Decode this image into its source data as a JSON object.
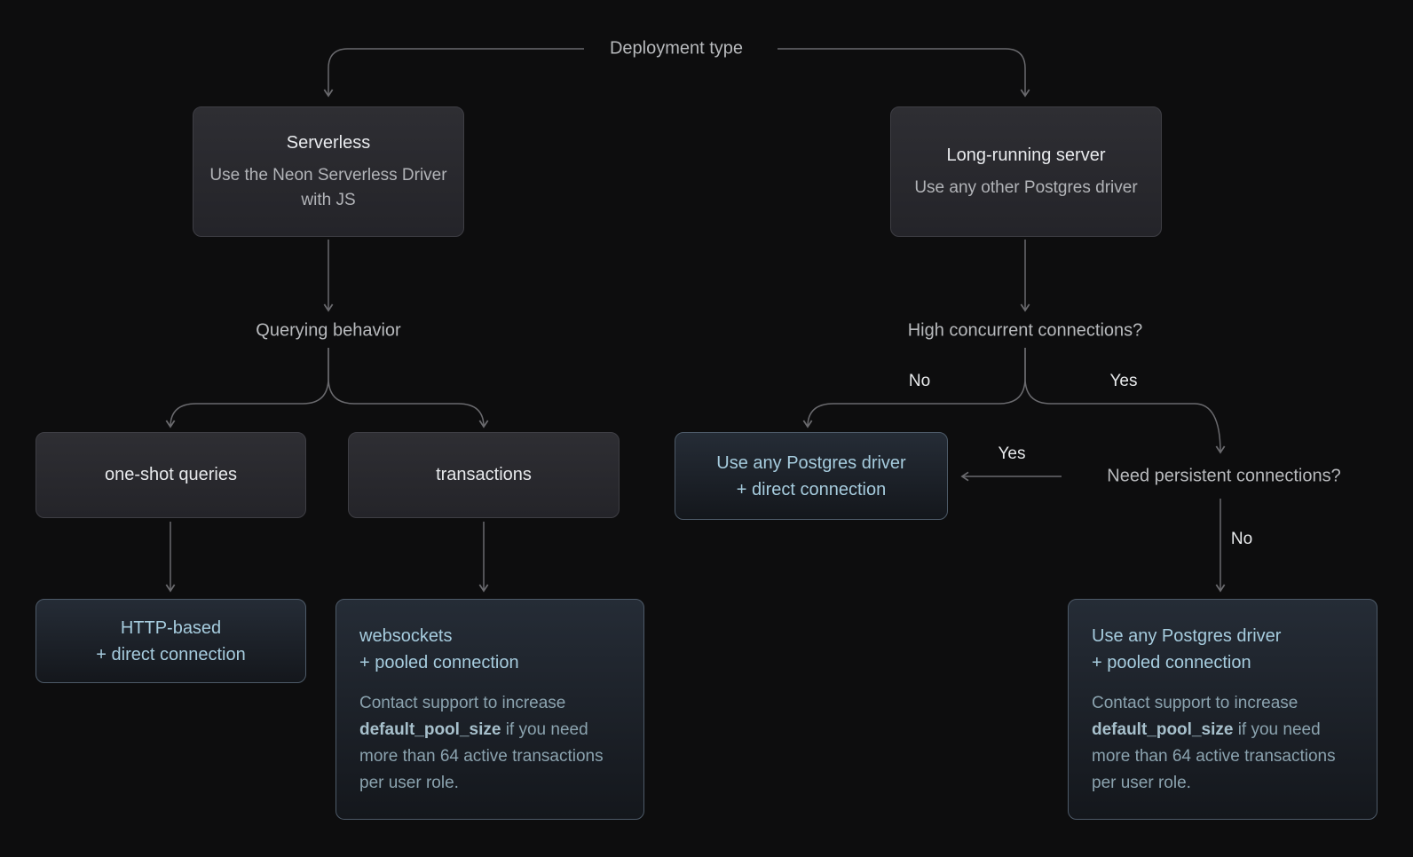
{
  "diagram": {
    "root": {
      "label": "Deployment type"
    },
    "serverless": {
      "title": "Serverless",
      "subtitle": "Use the Neon Serverless Driver with JS"
    },
    "long_running": {
      "title": "Long-running server",
      "subtitle": "Use any other Postgres driver"
    },
    "querying_behavior": {
      "label": "Querying behavior"
    },
    "high_concurrent": {
      "label": "High concurrent connections?",
      "no": "No",
      "yes": "Yes"
    },
    "one_shot": {
      "label": "one-shot queries"
    },
    "transactions": {
      "label": "transactions"
    },
    "http_based": {
      "line1": "HTTP-based",
      "line2": "+ direct connection"
    },
    "websockets": {
      "line1": "websockets",
      "line2": "+ pooled connection"
    },
    "direct_driver": {
      "line1": "Use any Postgres driver",
      "line2": "+ direct connection"
    },
    "need_persistent": {
      "label": "Need persistent connections?",
      "yes": "Yes",
      "no": "No"
    },
    "pooled_driver": {
      "line1": "Use any Postgres driver",
      "line2": "+ pooled connection"
    },
    "pool_note": {
      "prefix": "Contact support to increase ",
      "code": "default_pool_size",
      "suffix": " if you need more than 64 active transactions per user role."
    },
    "colors": {
      "background": "#0d0d0e",
      "accent_text": "#a6ccde",
      "gray_box_border": "#3e3e44",
      "highlight_box_border": "#4d5a68",
      "connector_line": "#6a6a6e"
    }
  }
}
